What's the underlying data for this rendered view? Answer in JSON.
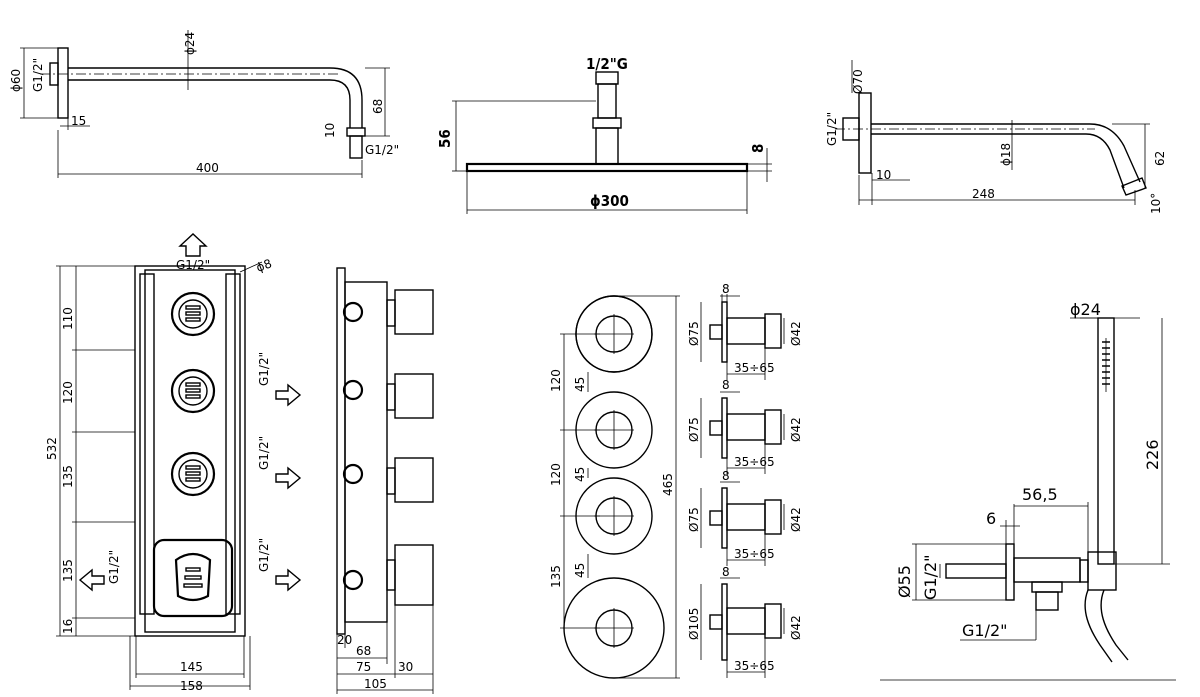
{
  "arm1": {
    "dia_pipe": "ϕ24",
    "dia_flange": "ϕ60",
    "thread_wall": "G1/2\"",
    "offset": "15",
    "length": "400",
    "drop": "68",
    "end": "10",
    "thread_out": "G1/2\""
  },
  "head": {
    "thread": "1/2\"G",
    "height": "56",
    "thickness": "8",
    "diameter": "ϕ300"
  },
  "arm2": {
    "dia_flange": "Ø70",
    "thread_wall": "G1/2\"",
    "dia_pipe": "ϕ18",
    "offset": "10",
    "length": "248",
    "drop": "62",
    "angle": "10°"
  },
  "valve": {
    "top_thread": "G1/2\"",
    "screw": "ϕ8",
    "h1": "110",
    "h2": "120",
    "h3": "135",
    "h4": "135",
    "h5": "16",
    "total": "532",
    "side_thread": "G1/2\"",
    "w_inner": "145",
    "w_outer": "158"
  },
  "valve_side": {
    "d20": "20",
    "d68": "68",
    "d75": "75",
    "d30": "30",
    "d105": "105"
  },
  "plate": {
    "g1": "120",
    "g2": "45",
    "g3": "120",
    "g4": "45",
    "g5": "135",
    "g6": "45",
    "total": "465"
  },
  "knobs": [
    {
      "top": "8",
      "dia": "Ø75",
      "stem": "Ø42",
      "range": "35÷65"
    },
    {
      "top": "8",
      "dia": "Ø75",
      "stem": "Ø42",
      "range": "35÷65"
    },
    {
      "top": "8",
      "dia": "Ø75",
      "stem": "Ø42",
      "range": "35÷65"
    },
    {
      "top": "8",
      "dia": "Ø105",
      "stem": "Ø42",
      "range": "35÷65"
    }
  ],
  "hand": {
    "dia_top": "ϕ24",
    "length": "226",
    "width": "56,5",
    "gap": "6",
    "dia_flange": "Ø55",
    "thread_wall": "G1/2\"",
    "thread_out": "G1/2\""
  }
}
